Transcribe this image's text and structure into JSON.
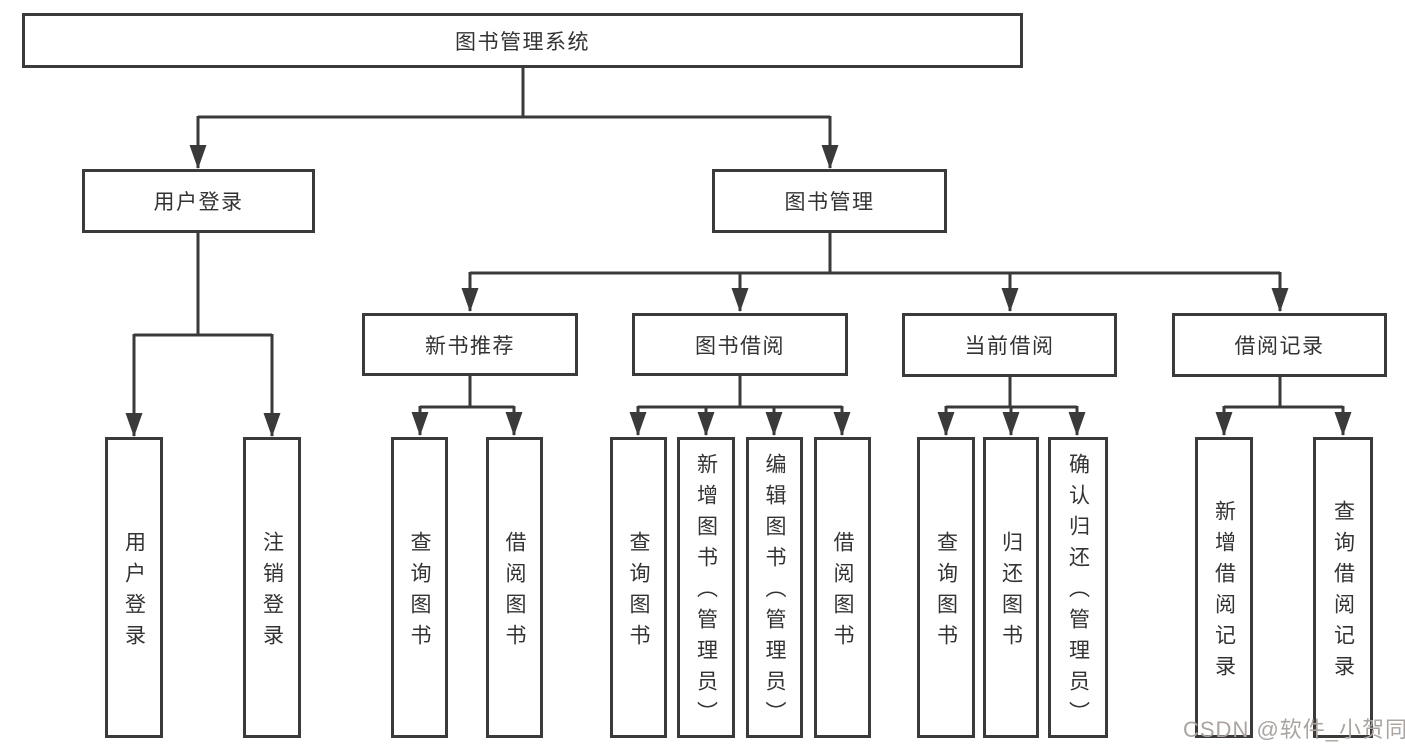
{
  "colors": {
    "line": "#3a3a3a",
    "text": "#333333",
    "background": "#ffffff",
    "watermark": "#aba49f"
  },
  "watermark": "CSDN @软件_小贺同学",
  "nodes": {
    "root": {
      "label": "图书管理系统"
    },
    "user_login_branch": {
      "label": "用户登录",
      "children": {
        "user_login": {
          "label": "用户登录"
        },
        "logout": {
          "label": "注销登录"
        }
      }
    },
    "book_mgmt": {
      "label": "图书管理",
      "children": {
        "new_book_rec": {
          "label": "新书推荐",
          "children": {
            "query_book": {
              "label": "查询图书"
            },
            "borrow_book": {
              "label": "借阅图书"
            }
          }
        },
        "book_borrow": {
          "label": "图书借阅",
          "children": {
            "query_book": {
              "label": "查询图书"
            },
            "add_book": {
              "label": "新增图书（管理员）"
            },
            "edit_book": {
              "label": "编辑图书（管理员）"
            },
            "borrow_book": {
              "label": "借阅图书"
            }
          }
        },
        "current_borrow": {
          "label": "当前借阅",
          "children": {
            "query_book": {
              "label": "查询图书"
            },
            "return_book": {
              "label": "归还图书"
            },
            "confirm_return": {
              "label": "确认归还（管理员）"
            }
          }
        },
        "borrow_records": {
          "label": "借阅记录",
          "children": {
            "add_record": {
              "label": "新增借阅记录"
            },
            "query_record": {
              "label": "查询借阅记录"
            }
          }
        }
      }
    }
  }
}
